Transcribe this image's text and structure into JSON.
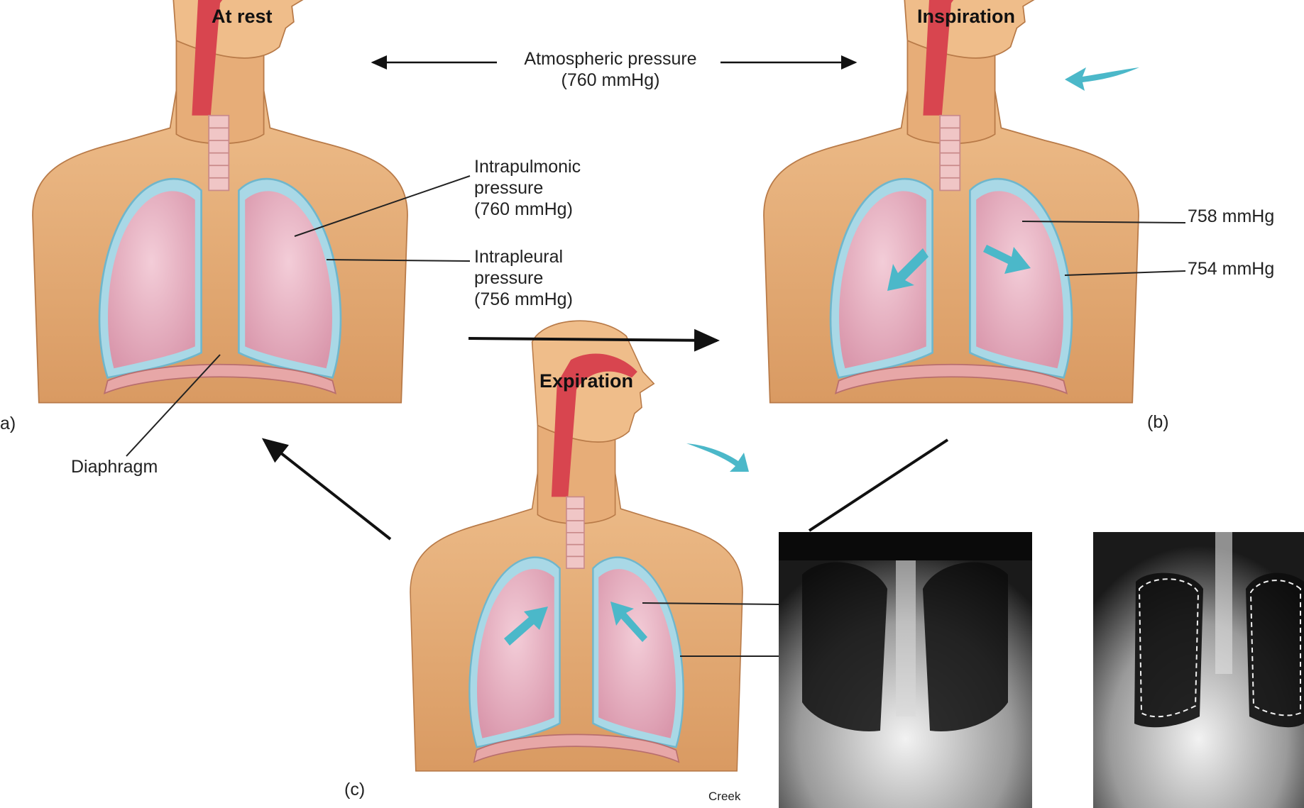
{
  "panels": {
    "rest_title": "At rest",
    "inspiration_title": "Inspiration",
    "expiration_title": "Expiration",
    "label_a": "a)",
    "label_b": "(b)",
    "label_c": "(c)"
  },
  "labels": {
    "atmospheric_line1": "Atmospheric pressure",
    "atmospheric_line2": "(760 mmHg)",
    "intrapulmonic_line1": "Intrapulmonic",
    "intrapulmonic_line2": "pressure",
    "intrapulmonic_line3": "(760 mmHg)",
    "intrapleural_line1": "Intrapleural",
    "intrapleural_line2": "pressure",
    "intrapleural_line3": "(756 mmHg)",
    "diaphragm": "Diaphragm",
    "insp_pulmonic": "758 mmHg",
    "insp_pleural": "754 mmHg",
    "artist": "Creek"
  },
  "colors": {
    "skin": "#e8b07c",
    "skin_shadow": "#c98a55",
    "lung": "#e9b4c4",
    "pleura": "#a9d8e6",
    "trachea": "#d8454f",
    "airflow_arrow": "#4bb8c9",
    "xray_bg": "#111111"
  }
}
